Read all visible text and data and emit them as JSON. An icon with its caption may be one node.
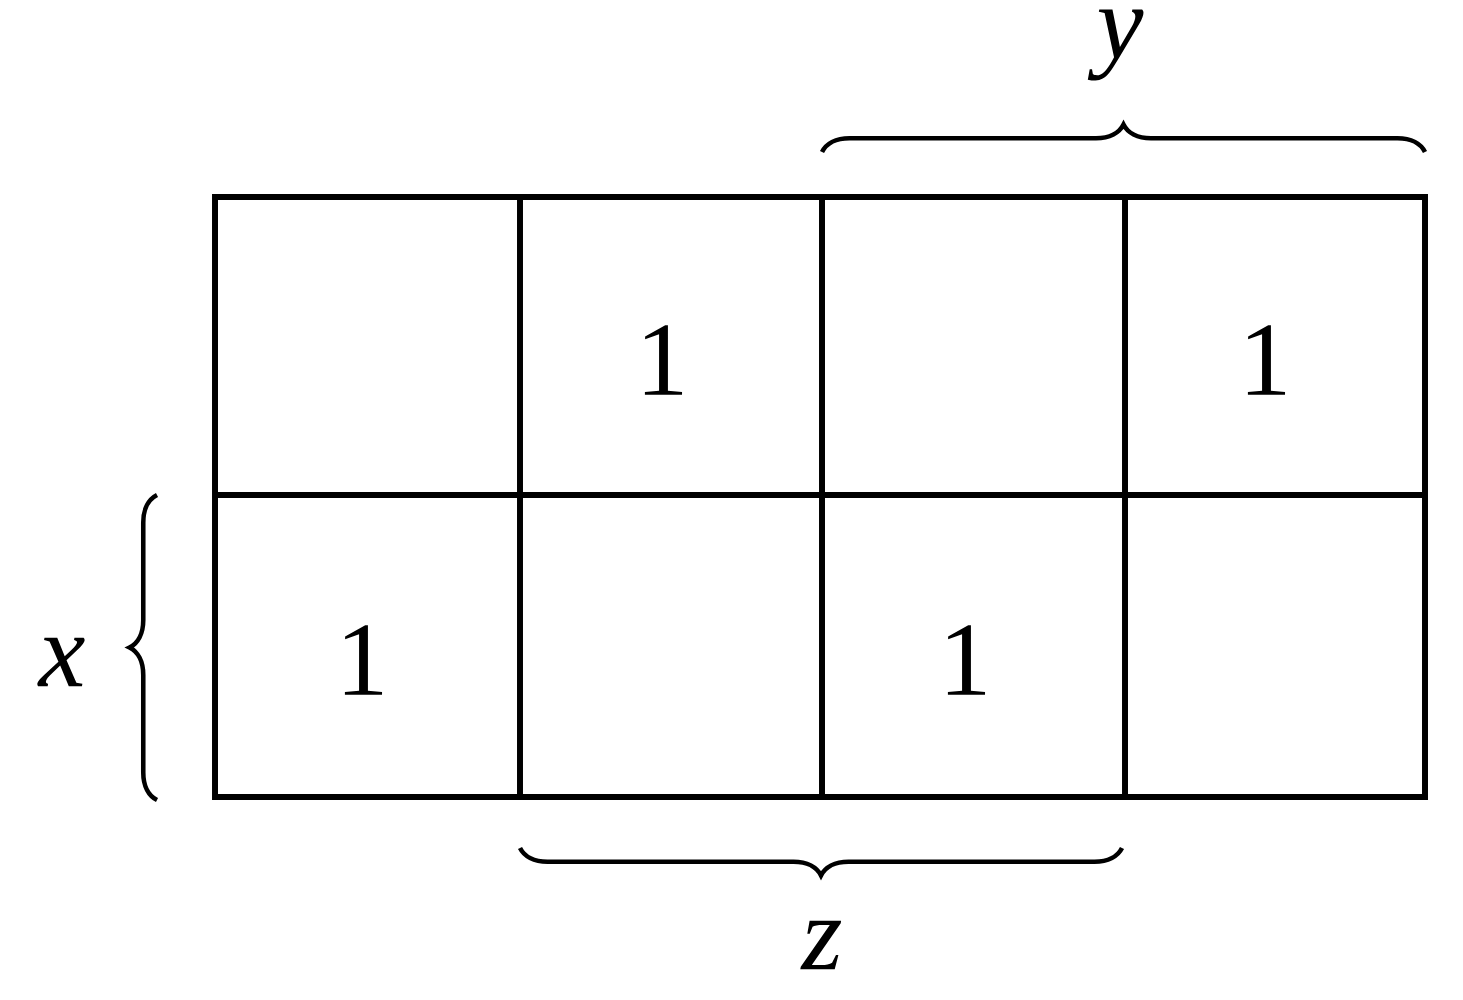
{
  "diagram": {
    "labels": [
      "y",
      "1",
      "1",
      "x",
      "1",
      "1",
      "z"
    ]
  }
}
